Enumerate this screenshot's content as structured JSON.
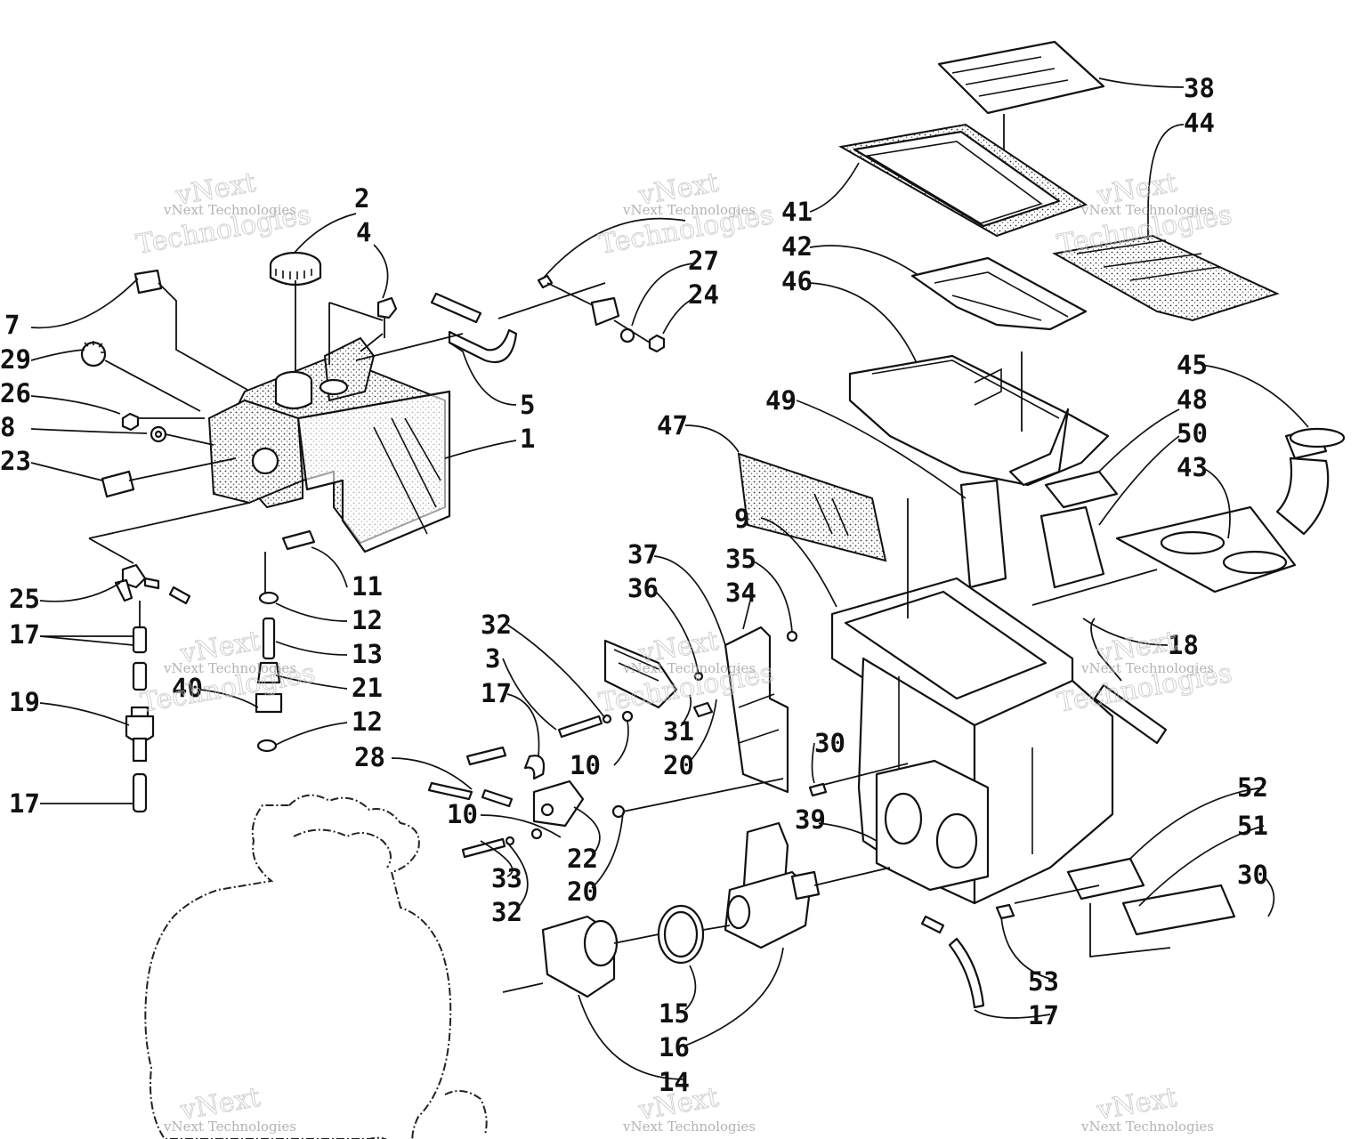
{
  "watermark": {
    "line1": "vNext Technologies",
    "line2": "Technologies",
    "line3": "vNext"
  },
  "callouts": [
    "1",
    "2",
    "3",
    "4",
    "5",
    "7",
    "8",
    "9",
    "10",
    "11",
    "12",
    "13",
    "14",
    "15",
    "16",
    "17",
    "18",
    "19",
    "20",
    "21",
    "22",
    "23",
    "24",
    "25",
    "26",
    "27",
    "28",
    "29",
    "30",
    "31",
    "32",
    "33",
    "34",
    "35",
    "36",
    "37",
    "38",
    "39",
    "40",
    "41",
    "42",
    "43",
    "44",
    "45",
    "46",
    "47",
    "48",
    "49",
    "50",
    "51",
    "52",
    "53"
  ],
  "labels": [
    {
      "id": "2",
      "text": "2"
    },
    {
      "id": "4",
      "text": "4"
    },
    {
      "id": "7",
      "text": "7"
    },
    {
      "id": "29",
      "text": "29"
    },
    {
      "id": "26",
      "text": "26"
    },
    {
      "id": "8",
      "text": "8"
    },
    {
      "id": "23",
      "text": "23"
    },
    {
      "id": "5",
      "text": "5"
    },
    {
      "id": "1",
      "text": "1"
    },
    {
      "id": "27",
      "text": "27"
    },
    {
      "id": "24",
      "text": "24"
    },
    {
      "id": "25",
      "text": "25"
    },
    {
      "id": "17a",
      "text": "17"
    },
    {
      "id": "19",
      "text": "19"
    },
    {
      "id": "17b",
      "text": "17"
    },
    {
      "id": "11",
      "text": "11"
    },
    {
      "id": "12a",
      "text": "12"
    },
    {
      "id": "13",
      "text": "13"
    },
    {
      "id": "21",
      "text": "21"
    },
    {
      "id": "40",
      "text": "40"
    },
    {
      "id": "12b",
      "text": "12"
    },
    {
      "id": "38",
      "text": "38"
    },
    {
      "id": "44",
      "text": "44"
    },
    {
      "id": "41",
      "text": "41"
    },
    {
      "id": "42",
      "text": "42"
    },
    {
      "id": "46",
      "text": "46"
    },
    {
      "id": "45",
      "text": "45"
    },
    {
      "id": "49",
      "text": "49"
    },
    {
      "id": "47",
      "text": "47"
    },
    {
      "id": "48",
      "text": "48"
    },
    {
      "id": "50",
      "text": "50"
    },
    {
      "id": "43",
      "text": "43"
    },
    {
      "id": "9",
      "text": "9"
    },
    {
      "id": "37",
      "text": "37"
    },
    {
      "id": "35",
      "text": "35"
    },
    {
      "id": "36",
      "text": "36"
    },
    {
      "id": "34",
      "text": "34"
    },
    {
      "id": "18",
      "text": "18"
    },
    {
      "id": "32a",
      "text": "32"
    },
    {
      "id": "3",
      "text": "3"
    },
    {
      "id": "17c",
      "text": "17"
    },
    {
      "id": "31",
      "text": "31"
    },
    {
      "id": "10a",
      "text": "10"
    },
    {
      "id": "20a",
      "text": "20"
    },
    {
      "id": "30a",
      "text": "30"
    },
    {
      "id": "28",
      "text": "28"
    },
    {
      "id": "10b",
      "text": "10"
    },
    {
      "id": "22",
      "text": "22"
    },
    {
      "id": "39",
      "text": "39"
    },
    {
      "id": "33",
      "text": "33"
    },
    {
      "id": "32b",
      "text": "32"
    },
    {
      "id": "20b",
      "text": "20"
    },
    {
      "id": "52",
      "text": "52"
    },
    {
      "id": "51",
      "text": "51"
    },
    {
      "id": "30b",
      "text": "30"
    },
    {
      "id": "53",
      "text": "53"
    },
    {
      "id": "15",
      "text": "15"
    },
    {
      "id": "17d",
      "text": "17"
    },
    {
      "id": "16",
      "text": "16"
    },
    {
      "id": "14",
      "text": "14"
    }
  ]
}
